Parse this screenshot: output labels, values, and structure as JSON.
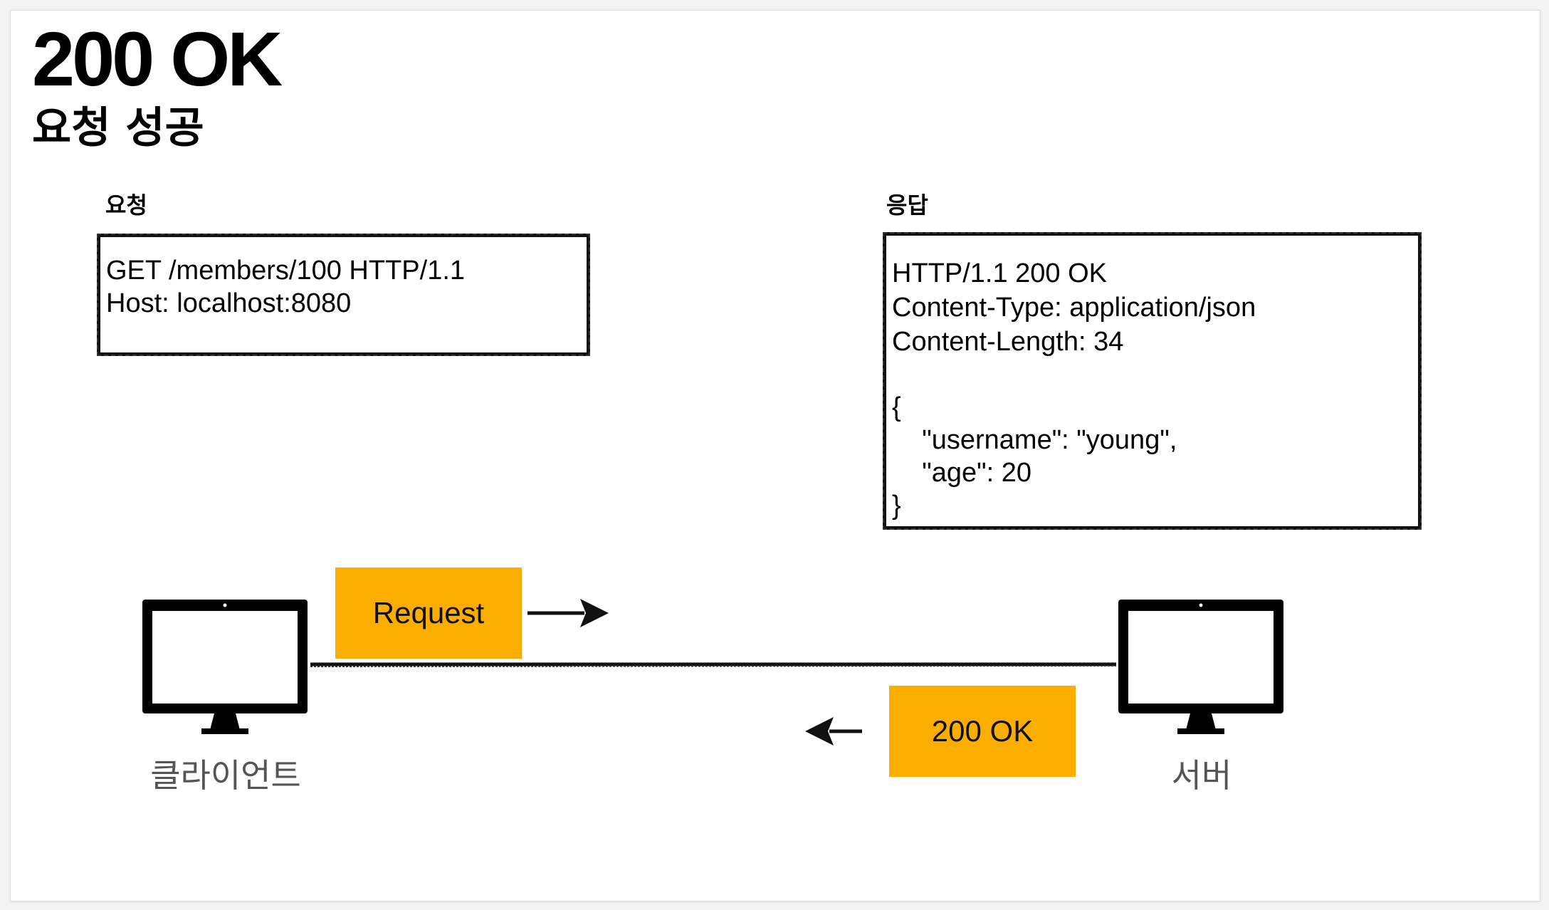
{
  "title": "200 OK",
  "subtitle": "요청 성공",
  "request": {
    "label": "요청",
    "lines": [
      "GET /members/100 HTTP/1.1",
      "Host: localhost:8080"
    ]
  },
  "response": {
    "label": "응답",
    "lines": [
      "HTTP/1.1 200 OK",
      "Content-Type: application/json",
      "Content-Length: 34",
      "",
      "{",
      "    \"username\": \"young\",",
      "    \"age\": 20",
      "}"
    ]
  },
  "client": {
    "caption": "클라이언트",
    "icon": "monitor-icon"
  },
  "server": {
    "caption": "서버",
    "icon": "monitor-icon"
  },
  "request_tag": "Request",
  "response_tag": "200 OK",
  "colors": {
    "tag_fill": "#fcae00",
    "line": "#111111",
    "caption": "#555555"
  }
}
